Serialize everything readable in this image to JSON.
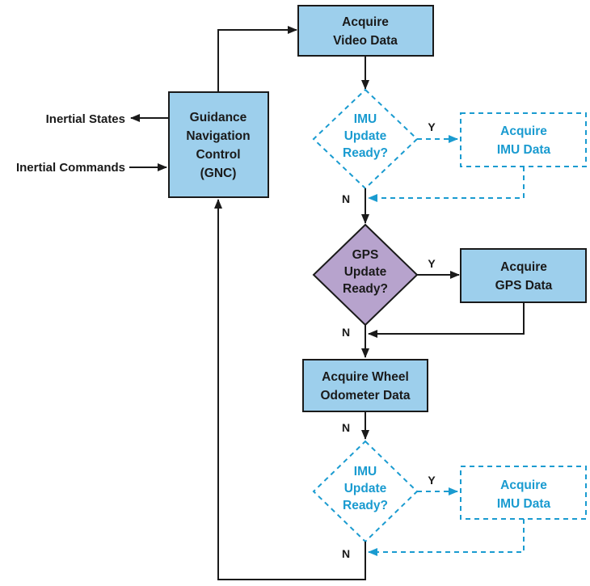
{
  "colors": {
    "box_fill": "#9dcfec",
    "box_stroke": "#1a1a1a",
    "gps_fill": "#b7a3cd",
    "dashed_blue": "#1a9bd0",
    "text_dark": "#1a1a1a"
  },
  "side_labels": {
    "inertial_states": "Inertial States",
    "inertial_commands": "Inertial Commands"
  },
  "gnc": {
    "line1": "Guidance",
    "line2": "Navigation",
    "line3": "Control",
    "line4": "(GNC)"
  },
  "video": {
    "line1": "Acquire",
    "line2": "Video Data"
  },
  "imu_decision_1": {
    "line1": "IMU",
    "line2": "Update",
    "line3": "Ready?"
  },
  "imu_box_1": {
    "line1": "Acquire",
    "line2": "IMU Data"
  },
  "gps_decision": {
    "line1": "GPS",
    "line2": "Update",
    "line3": "Ready?"
  },
  "gps_box": {
    "line1": "Acquire",
    "line2": "GPS Data"
  },
  "wheel": {
    "line1": "Acquire Wheel",
    "line2": "Odometer Data"
  },
  "imu_decision_2": {
    "line1": "IMU",
    "line2": "Update",
    "line3": "Ready?"
  },
  "imu_box_2": {
    "line1": "Acquire",
    "line2": "IMU Data"
  },
  "branch_labels": {
    "yes": "Y",
    "no": "N"
  }
}
